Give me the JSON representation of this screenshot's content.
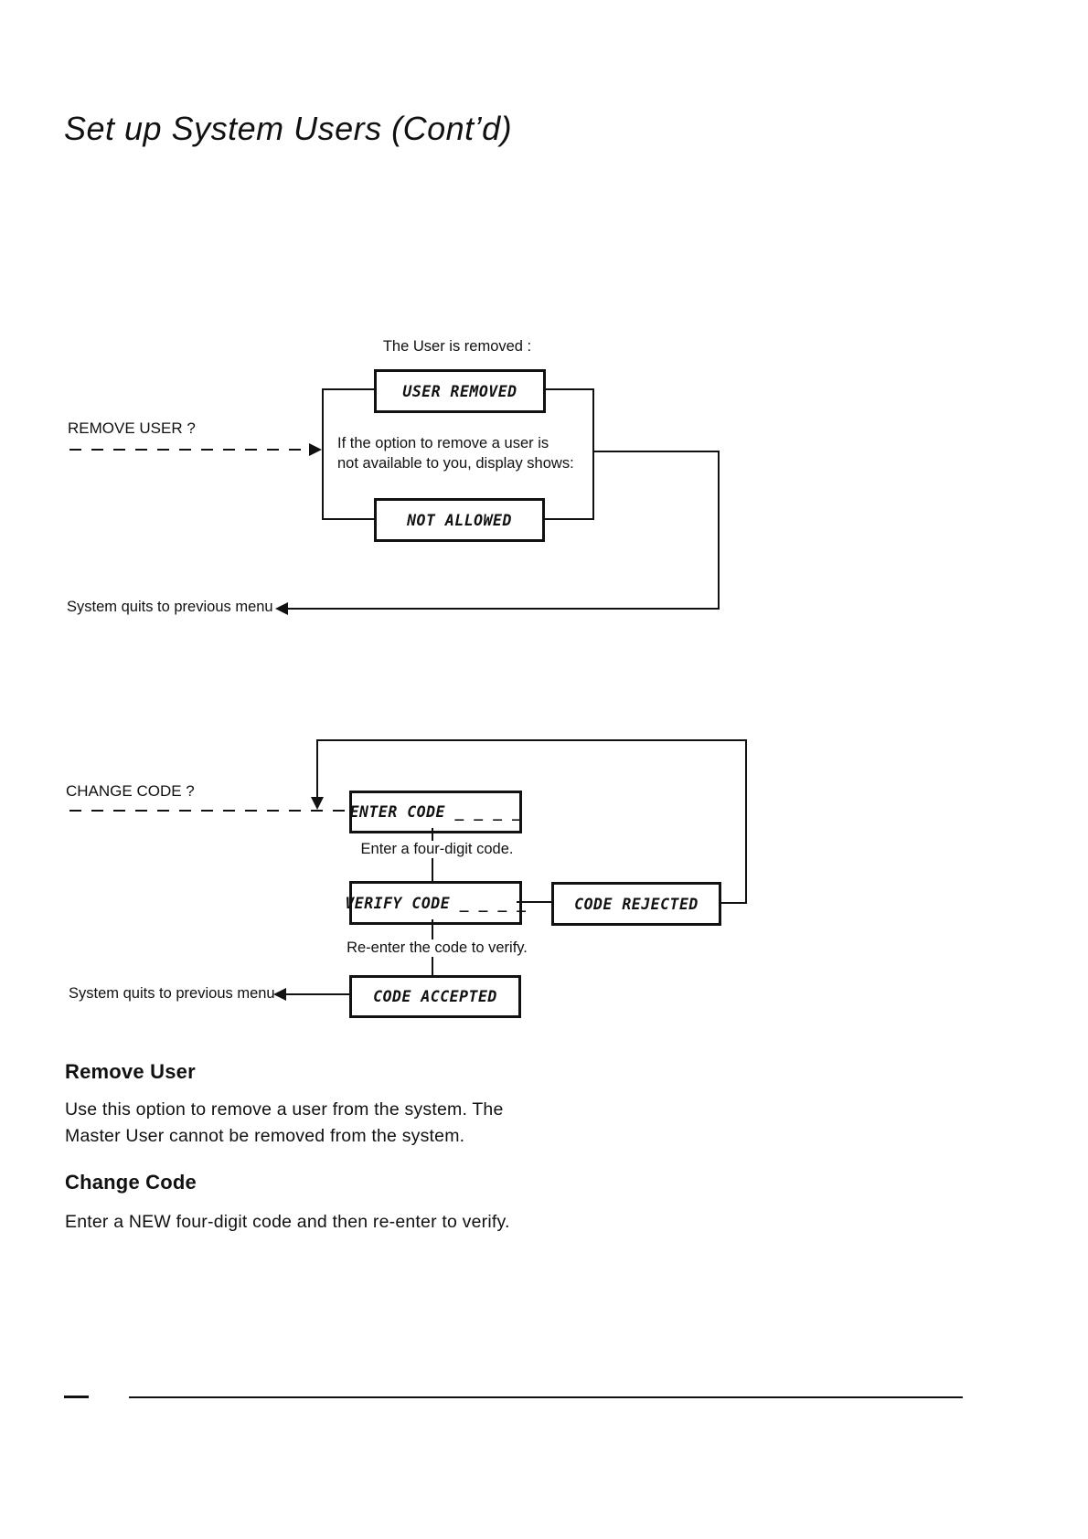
{
  "title": "Set up System Users (Cont’d)",
  "d1": {
    "intro_label": "The User is removed :",
    "display_user_removed": "USER REMOVED",
    "menu_label": "REMOVE USER ?",
    "note_line1": "If the option to remove a user is",
    "note_line2": "not available to you, display shows:",
    "display_not_allowed": "NOT ALLOWED",
    "quit_label": "System quits to previous menu"
  },
  "d2": {
    "menu_label": "CHANGE CODE ?",
    "display_enter_code": "ENTER CODE _ _ _ _",
    "enter_hint": "Enter a four-digit code.",
    "display_verify_code": "VERIFY CODE _ _ _ _",
    "display_code_rejected": "CODE REJECTED",
    "verify_hint": "Re-enter the code to verify.",
    "display_code_accepted": "CODE ACCEPTED",
    "quit_label": "System quits to previous menu"
  },
  "sections": {
    "remove_user": {
      "heading": "Remove User",
      "line1": "Use this option to remove a user from the system. The",
      "line2": "Master User cannot be removed from the system."
    },
    "change_code": {
      "heading": "Change Code",
      "line1": "Enter a NEW four-digit code and then re-enter to verify."
    }
  }
}
